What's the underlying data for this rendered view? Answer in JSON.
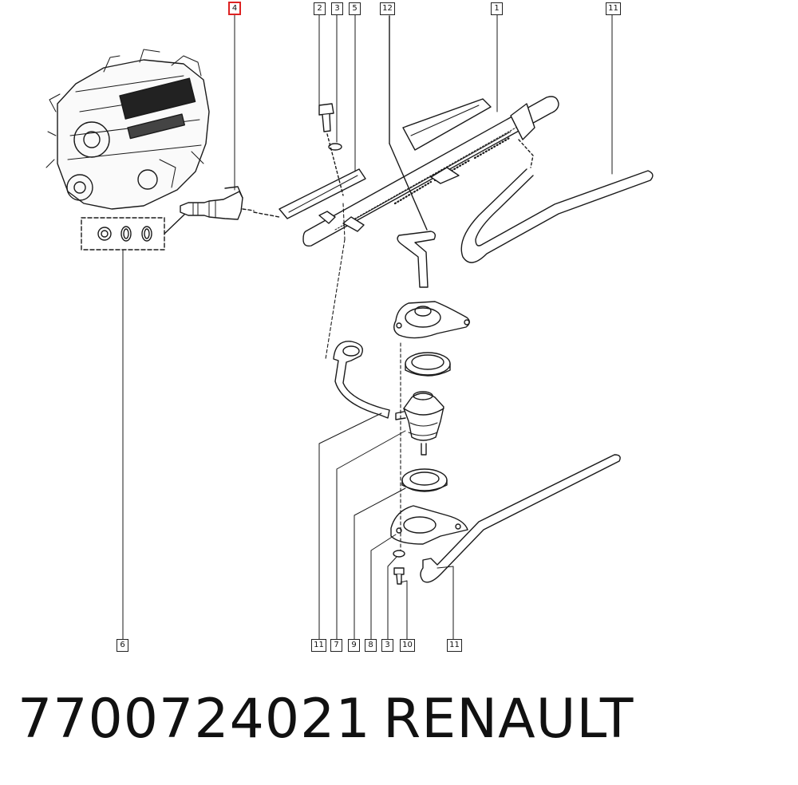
{
  "callouts": {
    "c4": "4",
    "c2": "2",
    "c3_top": "3",
    "c5": "5",
    "c12": "12",
    "c1": "1",
    "c11_top": "11",
    "c6": "6",
    "c11_left": "11",
    "c7": "7",
    "c9": "9",
    "c8": "8",
    "c3_bottom": "3",
    "c10": "10",
    "c11_right": "11"
  },
  "footer": {
    "part_number": "7700724021",
    "brand": "RENAULT"
  },
  "colors": {
    "ink": "#1a1a1a",
    "highlight": "#dd2222"
  }
}
